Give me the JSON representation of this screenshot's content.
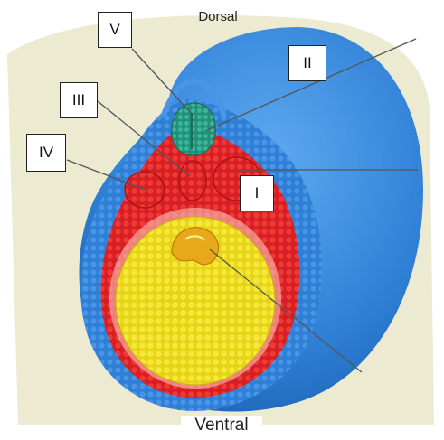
{
  "orientation": {
    "top": "Dorsal",
    "bottom": "Ventral"
  },
  "labels": [
    {
      "id": "V",
      "text": "V"
    },
    {
      "id": "II",
      "text": "II"
    },
    {
      "id": "III",
      "text": "III"
    },
    {
      "id": "IV",
      "text": "IV"
    },
    {
      "id": "I",
      "text": "I"
    }
  ],
  "colors": {
    "ectoderm_blue": "#2f7fd6",
    "ectoderm_light_blue": "#5aa6ee",
    "mesoderm_red": "#e2262a",
    "neural_green": "#2fa38a",
    "yolk_yellow": "#f2e21c",
    "yolk_orange": "#e9b21a",
    "background_cream": "#ecebd2"
  }
}
